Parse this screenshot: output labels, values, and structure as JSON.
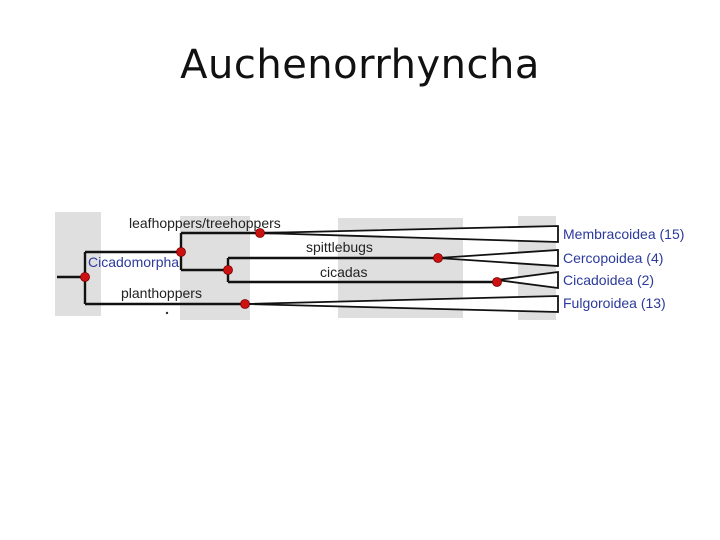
{
  "slide": {
    "title": "Auchenorrhyncha"
  },
  "tree": {
    "clade_label": "Cicadomorpha",
    "branch_labels": {
      "leafhoppers": "leafhoppers/treehoppers",
      "spittlebugs": "spittlebugs",
      "cicadas": "cicadas",
      "planthoppers": "planthoppers"
    },
    "tips": [
      {
        "name": "Membracoidea (15)"
      },
      {
        "name": "Cercopoidea (4)"
      },
      {
        "name": "Cicadoidea (2)"
      },
      {
        "name": "Fulgoroidea (13)"
      }
    ],
    "colors": {
      "tip_text": "#2b3a9c",
      "clade_text": "#2b3a9c",
      "node": "#cc1111",
      "line": "#111111",
      "background_blocks": "#d6d6d6"
    }
  }
}
